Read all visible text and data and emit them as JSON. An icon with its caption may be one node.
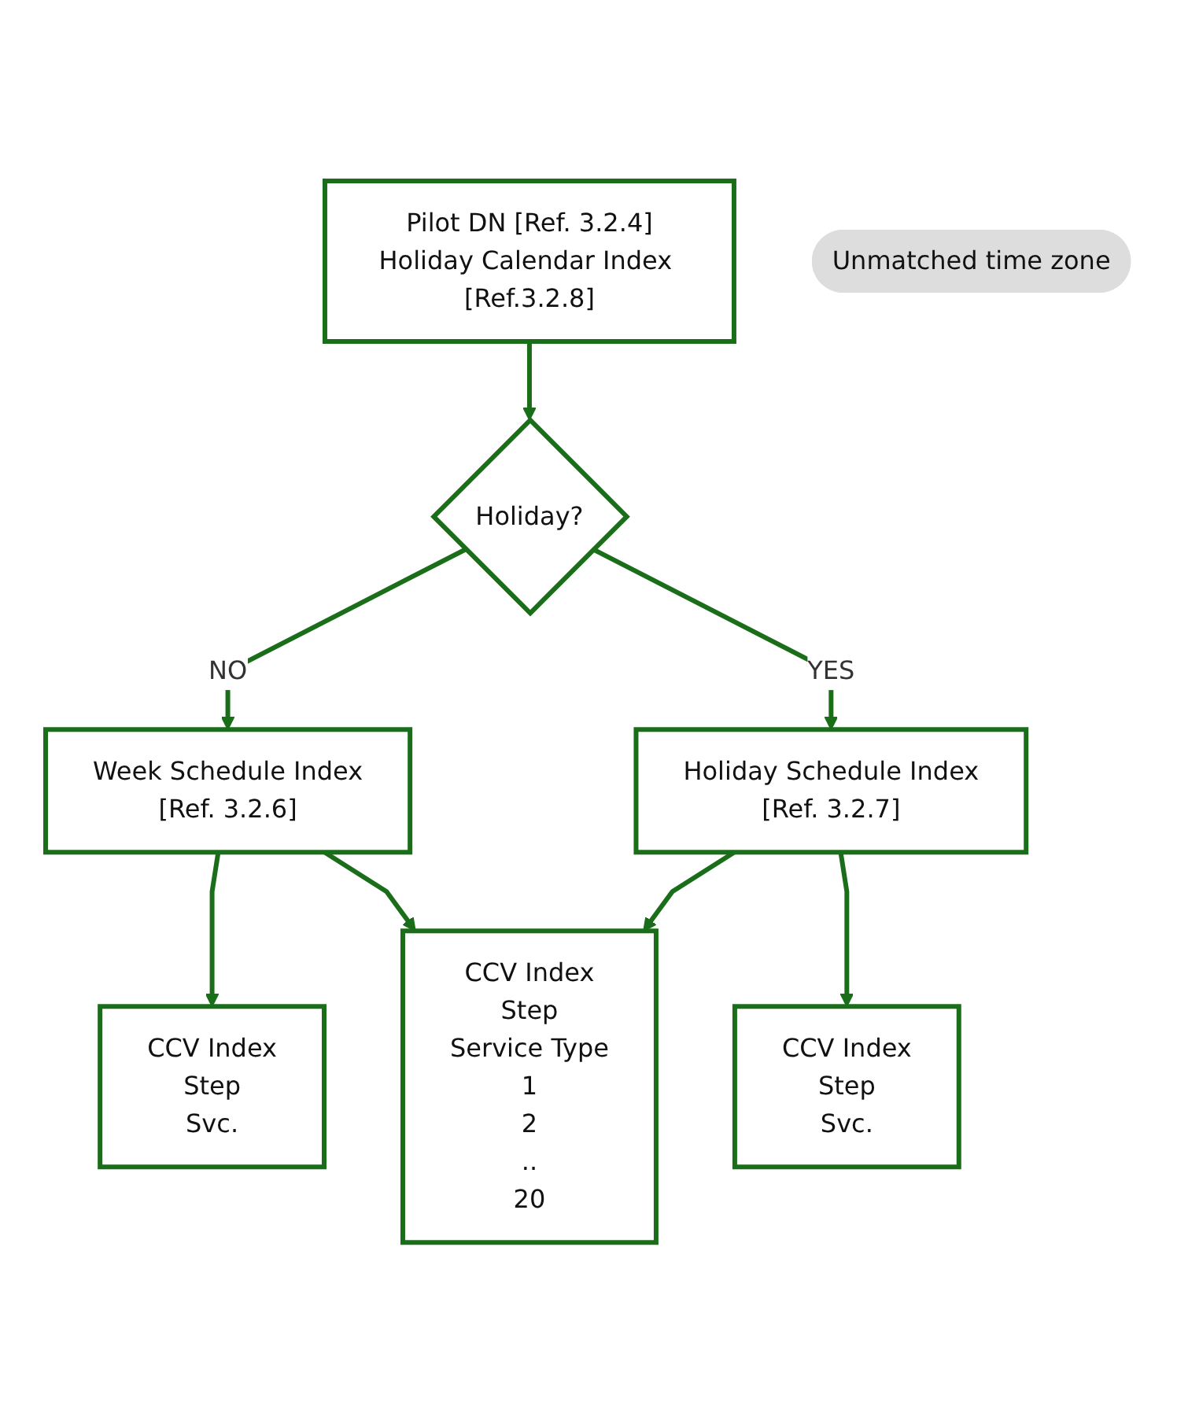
{
  "diagram": {
    "nodes": [
      {
        "text": [
          "Pilot DN [Ref. 3.2.4]",
          "Holiday Calendar Index [Ref.3.2.8]"
        ]
      },
      {
        "text": [
          "Holiday?"
        ]
      },
      {
        "text": [
          "Week Schedule Index",
          "[Ref. 3.2.6]"
        ]
      },
      {
        "text": [
          "Holiday Schedule Index",
          "[Ref. 3.2.7]"
        ]
      },
      {
        "text": [
          "CCV Index",
          "Step",
          "Svc."
        ]
      },
      {
        "text": [
          "CCV Index",
          "Step",
          "Svc."
        ]
      },
      {
        "text": [
          "Unmatched time zone"
        ]
      },
      {
        "text": [
          "CCV Index",
          "Step",
          "Service Type",
          "1",
          "2",
          "..",
          "20"
        ]
      }
    ],
    "edges": [
      {
        "from": 0,
        "to": 1,
        "arrow": "to"
      },
      {
        "from": 1,
        "to": 2,
        "arrow": "to",
        "label": "NO"
      },
      {
        "from": 1,
        "to": 3,
        "arrow": "to",
        "label": "YES"
      },
      {
        "from": 2,
        "to": 4,
        "arrow": "to"
      },
      {
        "from": 3,
        "to": 5,
        "arrow": "to"
      },
      {
        "from": 2,
        "to": 7,
        "arrow": "to"
      },
      {
        "from": 3,
        "to": 7,
        "arrow": "to"
      }
    ]
  }
}
